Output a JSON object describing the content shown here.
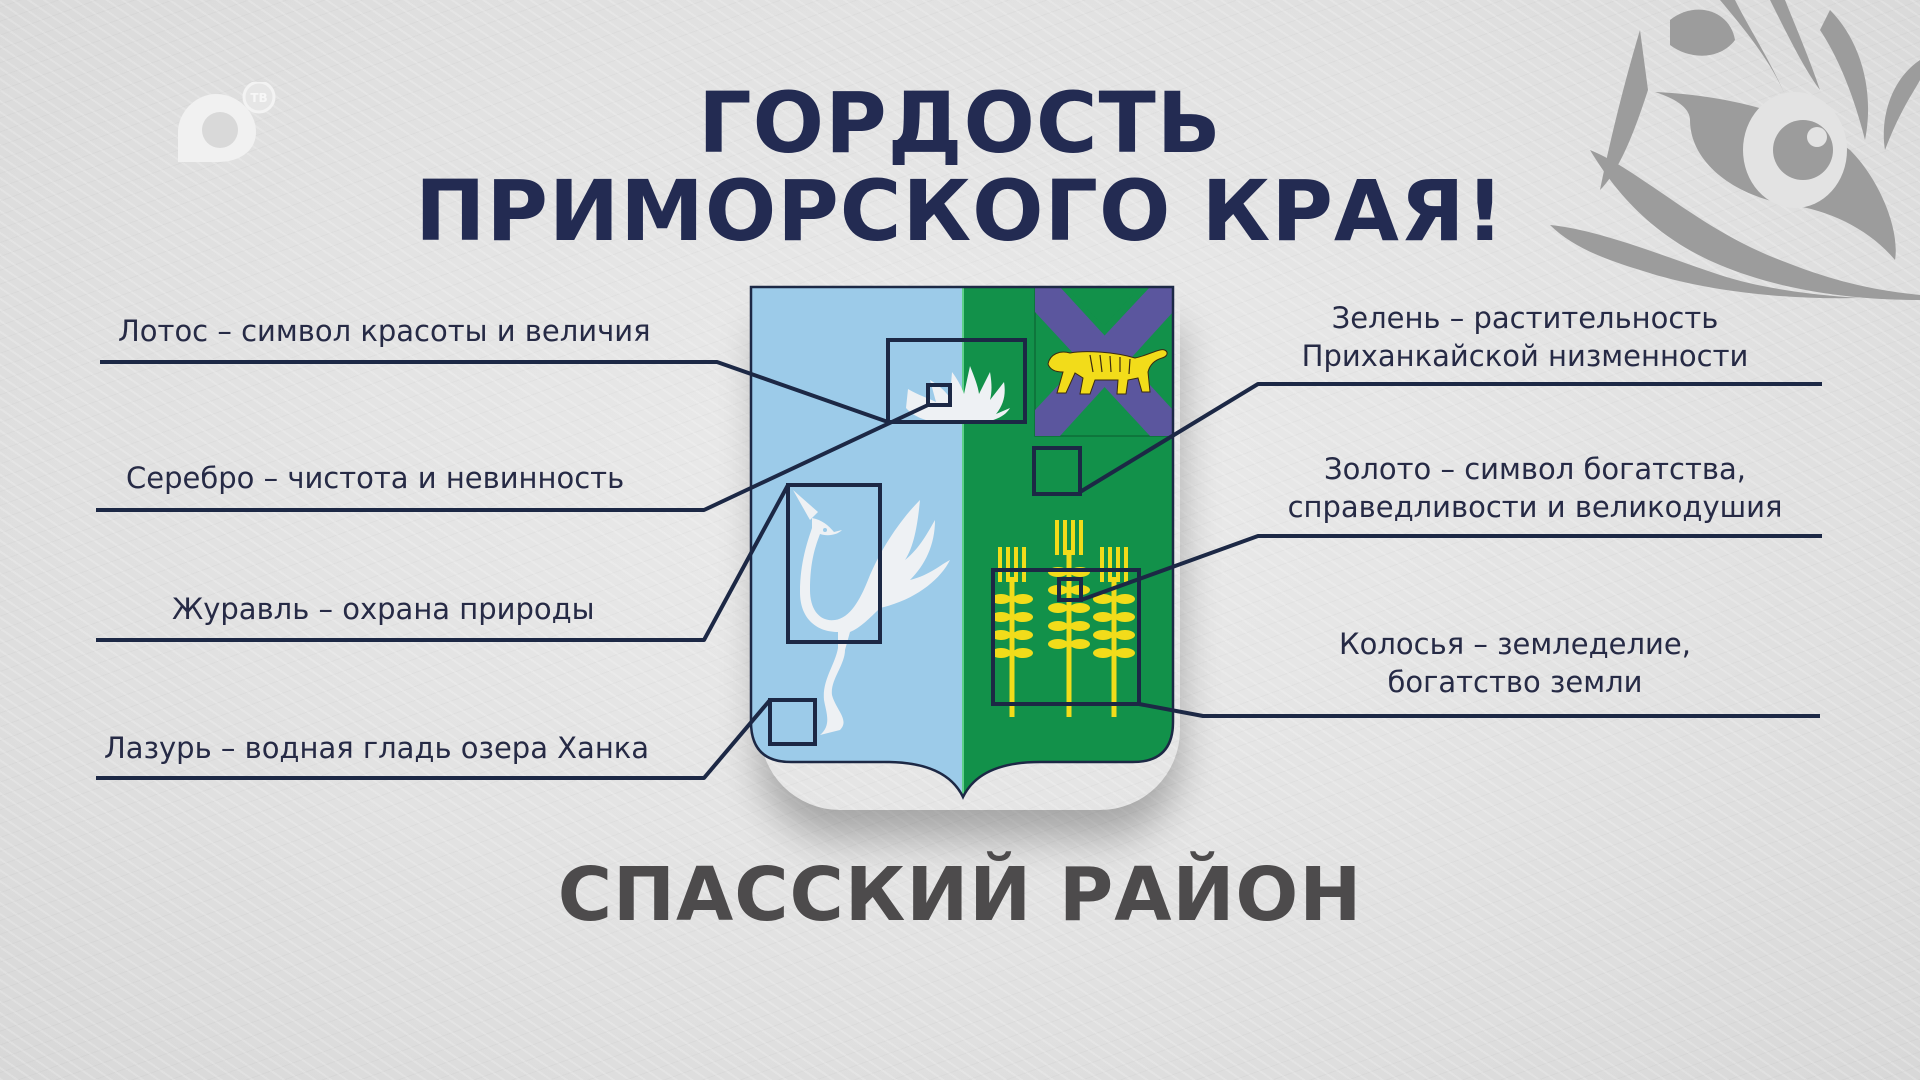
{
  "header": {
    "title_line1": "ГОРДОСТЬ",
    "title_line2": "ПРИМОРСКОГО КРАЯ!",
    "title_color": "#232b52"
  },
  "logo": {
    "name": "channel-logo",
    "badge": "ТВ"
  },
  "coat_of_arms": {
    "district": "СПАССКИЙ РАЙОН",
    "colors": {
      "azure": "#9ccbe9",
      "green": "#12914a",
      "purple_saltire": "#5b569e",
      "gold": "#f2dc1a",
      "silver": "#eef1f4",
      "outline": "#1c2845"
    },
    "charges": [
      "lotus",
      "crane",
      "wheat-ears",
      "tiger-canton"
    ]
  },
  "legend": {
    "left": [
      {
        "id": "lotus",
        "text": "Лотос – символ красоты и величия"
      },
      {
        "id": "silver",
        "text": "Серебро – чистота и невинность"
      },
      {
        "id": "crane",
        "text": "Журавль – охрана природы"
      },
      {
        "id": "azure",
        "text": "Лазурь – водная гладь озера Ханка"
      }
    ],
    "right": [
      {
        "id": "green",
        "line1": "Зелень – растительность",
        "line2": "Приханкайской низменности"
      },
      {
        "id": "gold",
        "line1": "Золото – символ богатства,",
        "line2": "справедливости и великодушия"
      },
      {
        "id": "wheat",
        "line1": "Колосья – земледелие,",
        "line2": "богатство земли"
      }
    ]
  }
}
